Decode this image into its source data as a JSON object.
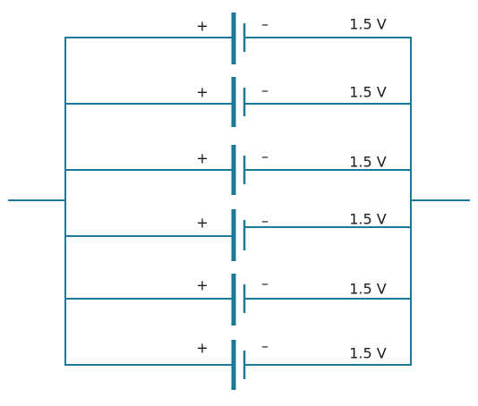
{
  "colors": {
    "wire": "#1b7a99",
    "text": "#1a1a1a"
  },
  "cells": [
    {
      "plus": "+",
      "minus": "–",
      "voltage": "1.5 V"
    },
    {
      "plus": "+",
      "minus": "–",
      "voltage": "1.5 V"
    },
    {
      "plus": "+",
      "minus": "–",
      "voltage": "1.5 V"
    },
    {
      "plus": "+",
      "minus": "–",
      "voltage": "1.5 V"
    },
    {
      "plus": "+",
      "minus": "–",
      "voltage": "1.5 V"
    },
    {
      "plus": "+",
      "minus": "–",
      "voltage": "1.5 V"
    }
  ]
}
